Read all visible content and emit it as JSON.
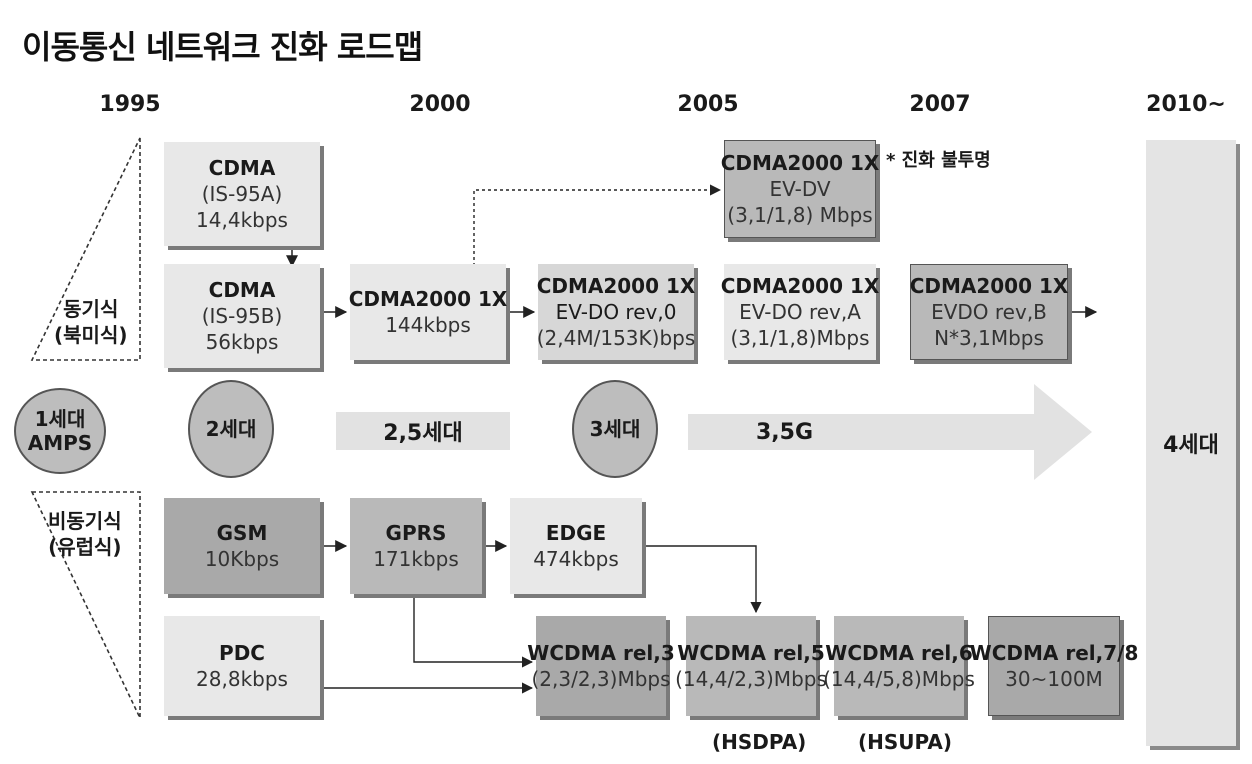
{
  "title": "이동통신 네트워크 진화 로드맵",
  "years": [
    "1995",
    "2000",
    "2005",
    "2007",
    "2010~"
  ],
  "sync_label": [
    "동기식",
    "(북미식)"
  ],
  "async_label": [
    "비동기식",
    "(유럽식)"
  ],
  "note": "* 진화 불투명",
  "generations": {
    "g1": [
      "1세대",
      "AMPS"
    ],
    "g2": "2세대",
    "g25": "2,5세대",
    "g3": "3세대",
    "g35": "3,5G",
    "g4": "4세대"
  },
  "sync_boxes": {
    "cdma_95a": [
      "CDMA",
      "(IS-95A)",
      "14,4kbps"
    ],
    "cdma_95b": [
      "CDMA",
      "(IS-95B)",
      "56kbps"
    ],
    "cdma2000_1x": [
      "CDMA2000 1X",
      "144kbps"
    ],
    "evdo_rev0": [
      "CDMA2000 1X",
      "EV-DO rev,0",
      "(2,4M/153K)bps"
    ],
    "evdv": [
      "CDMA2000 1X",
      "EV-DV",
      "(3,1/1,8) Mbps"
    ],
    "evdo_reva": [
      "CDMA2000 1X",
      "EV-DO rev,A",
      "(3,1/1,8)Mbps"
    ],
    "evdo_revb": [
      "CDMA2000 1X",
      "EVDO rev,B",
      "N*3,1Mbps"
    ]
  },
  "async_boxes": {
    "gsm": [
      "GSM",
      "10Kbps"
    ],
    "gprs": [
      "GPRS",
      "171kbps"
    ],
    "edge": [
      "EDGE",
      "474kbps"
    ],
    "pdc": [
      "PDC",
      "28,8kbps"
    ],
    "wcdma_r3": [
      "WCDMA rel,3",
      "(2,3/2,3)Mbps"
    ],
    "wcdma_r5": [
      "WCDMA rel,5",
      "(14,4/2,3)Mbps"
    ],
    "wcdma_r6": [
      "WCDMA rel,6",
      "(14,4/5,8)Mbps"
    ],
    "wcdma_r78": [
      "WCDMA rel,7/8",
      "30~100M"
    ]
  },
  "hsdpa": "(HSDPA)",
  "hsupa": "(HSUPA)"
}
